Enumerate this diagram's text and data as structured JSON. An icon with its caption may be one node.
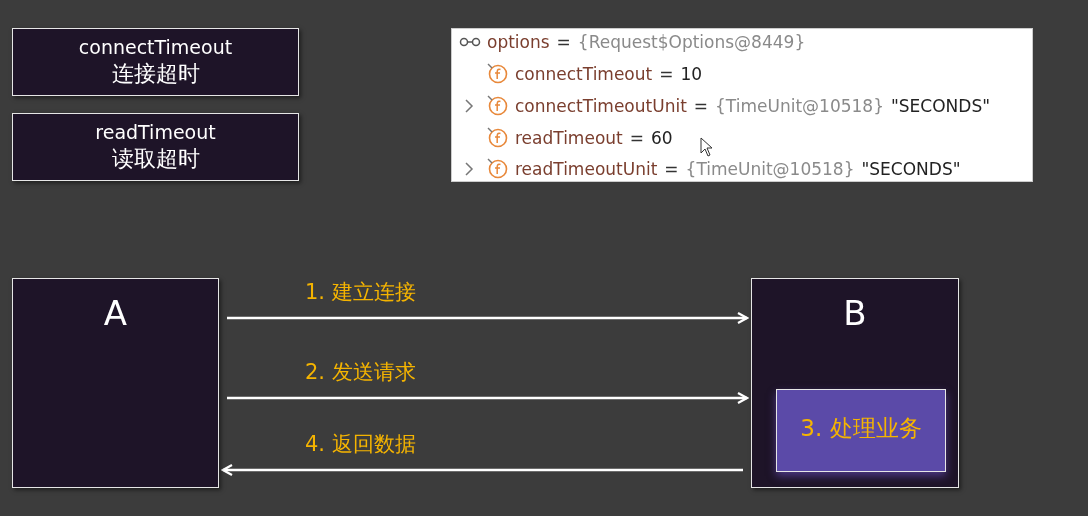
{
  "diagram": {
    "nodes": [
      {
        "text": [
          "connectTimeout",
          "连接超时"
        ]
      },
      {
        "text": [
          "readTimeout",
          "读取超时"
        ]
      },
      {
        "text": [
          "options",
          "=",
          "{Request$Options@8449}",
          "connectTimeout",
          "=",
          "10",
          "connectTimeoutUnit",
          "=",
          "{TimeUnit@10518}",
          "\"SECONDS\"",
          "readTimeout",
          "=",
          "60",
          "readTimeoutUnit",
          "=",
          "{TimeUnit@10518}",
          "\"SECONDS\""
        ]
      },
      {
        "text": [
          "A"
        ]
      },
      {
        "text": [
          "B"
        ]
      },
      {
        "text": [
          "3. 处理业务"
        ],
        "in": 4
      }
    ],
    "edges": [
      {
        "from": 3,
        "to": 4,
        "arrow": "to",
        "label": "1. 建立连接"
      },
      {
        "from": 3,
        "to": 4,
        "arrow": "to",
        "label": "2. 发送请求"
      },
      {
        "from": 4,
        "to": 3,
        "arrow": "to",
        "label": "4. 返回数据"
      }
    ]
  }
}
